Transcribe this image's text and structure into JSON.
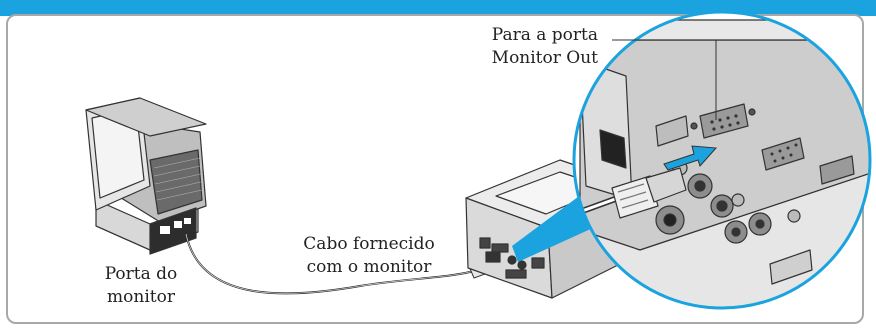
{
  "labels": {
    "monitor_out": [
      "Para a porta",
      "Monitor Out"
    ],
    "cable": [
      "Cabo fornecido",
      "com o monitor"
    ],
    "monitor_port": [
      "Porta do",
      "monitor"
    ]
  },
  "colors": {
    "accent": "#1aa3de",
    "border": "#a8a8a8",
    "magnify_ring": "#1aa3de",
    "arrow": "#1aa3de"
  },
  "icons": [
    "monitor-icon",
    "projector-icon",
    "vga-connector-icon",
    "magnifier-circle-icon",
    "arrow-icon"
  ]
}
